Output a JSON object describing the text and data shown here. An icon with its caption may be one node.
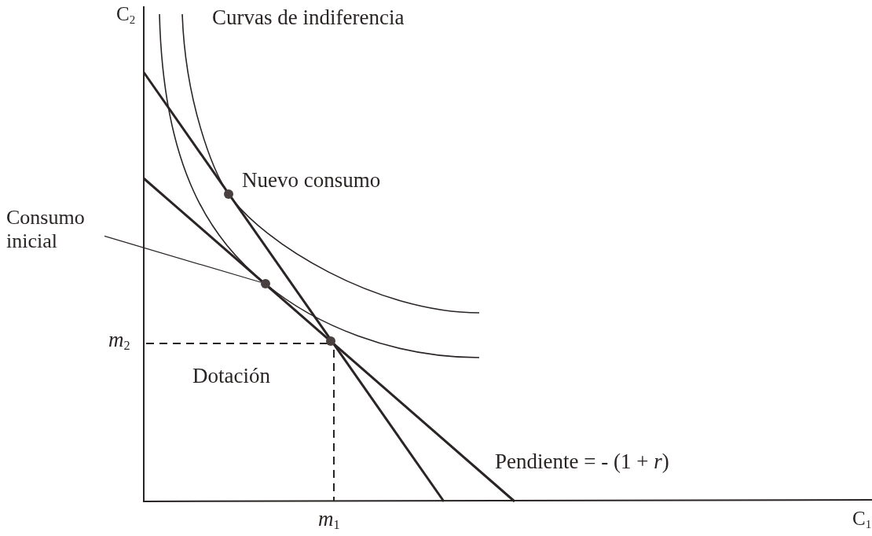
{
  "diagram": {
    "nodes": [
      {
        "text": [
          "Consumo inicial"
        ]
      },
      {
        "text": [],
        "shape": "circle"
      },
      {
        "text": [],
        "shape": "circle"
      },
      {
        "text": [],
        "shape": "circle"
      }
    ],
    "edges": [
      {
        "from": 0,
        "to": 2,
        "arrow": "none"
      }
    ],
    "labels": [
      "C$_{2}$",
      "Curvas de indiferencia",
      "Nuevo consumo",
      "*m*$_{2}$",
      "Dotación",
      "Pendiente = - (1 + *r*)",
      "*m*$_{1}$",
      "C$_{1}$"
    ]
  }
}
